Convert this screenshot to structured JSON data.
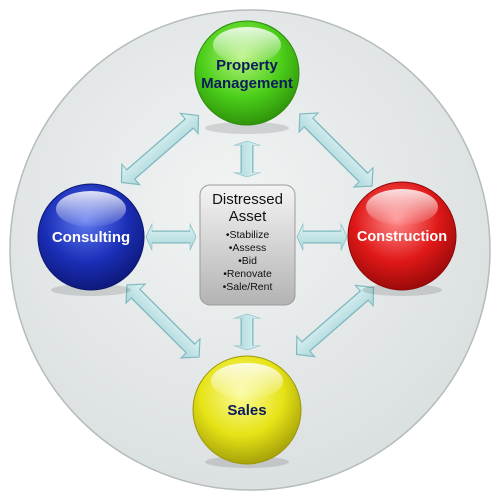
{
  "center": {
    "title_line1": "Distressed",
    "title_line2": "Asset",
    "items": [
      "•Stabilize",
      "•Assess",
      "•Bid",
      "•Renovate",
      "•Sale/Rent"
    ]
  },
  "nodes": {
    "top": {
      "line1": "Property",
      "line2": "Management",
      "color": "#4ccf1a",
      "text_color": "#0c1a5e"
    },
    "left": {
      "label": "Consulting",
      "color": "#1b2fb8",
      "text_color": "#ffffff"
    },
    "right": {
      "label": "Construction",
      "color": "#e01818",
      "text_color": "#ffffff"
    },
    "bottom": {
      "label": "Sales",
      "color": "#e6e316",
      "text_color": "#0c1a5e"
    }
  },
  "colors": {
    "background_disc": "#e3e7e7",
    "arrow_fill": "#bfe3e6",
    "arrow_stroke": "#7fb9bf",
    "center_box": "#c7c7c7"
  }
}
